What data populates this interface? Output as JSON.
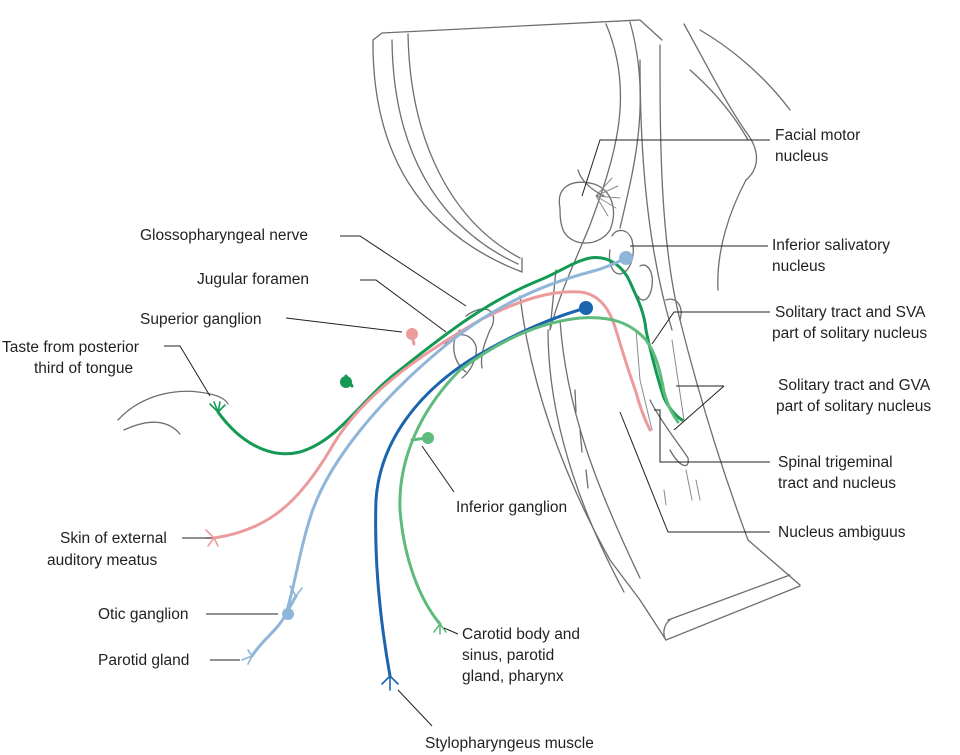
{
  "labels": {
    "facial_motor": [
      "Facial motor",
      "nucleus"
    ],
    "inferior_salivatory": [
      "Inferior salivatory",
      "nucleus"
    ],
    "solitary_sva": [
      "Solitary tract and SVA",
      "part of solitary nucleus"
    ],
    "solitary_gva": [
      "Solitary tract and GVA",
      "part of solitary nucleus"
    ],
    "spinal_trigeminal": [
      "Spinal trigeminal",
      "tract and nucleus"
    ],
    "nucleus_ambiguus": [
      "Nucleus ambiguus"
    ],
    "glossopharyngeal_nerve": [
      "Glossopharyngeal nerve"
    ],
    "jugular_foramen": [
      "Jugular foramen"
    ],
    "superior_ganglion": [
      "Superior ganglion"
    ],
    "taste": [
      "Taste from posterior",
      "third of tongue"
    ],
    "inferior_ganglion": [
      "Inferior ganglion"
    ],
    "skin_ear": [
      "Skin of external",
      "auditory meatus"
    ],
    "otic_ganglion": [
      "Otic ganglion"
    ],
    "parotid_gland": [
      "Parotid gland"
    ],
    "carotid": [
      "Carotid body and",
      "sinus, parotid",
      "gland, pharynx"
    ],
    "stylopharyngeus": [
      "Stylopharyngeus muscle"
    ]
  },
  "colors": {
    "taste_fibers": "#149a55",
    "skin_fibers": "#eb9b9b",
    "parasympathetic_fibers": "#8fb5d9",
    "motor_fibers": "#1a65ad",
    "visceral_sensory_fibers": "#5fba7d",
    "anatomy_outline": "#6d6e70"
  }
}
